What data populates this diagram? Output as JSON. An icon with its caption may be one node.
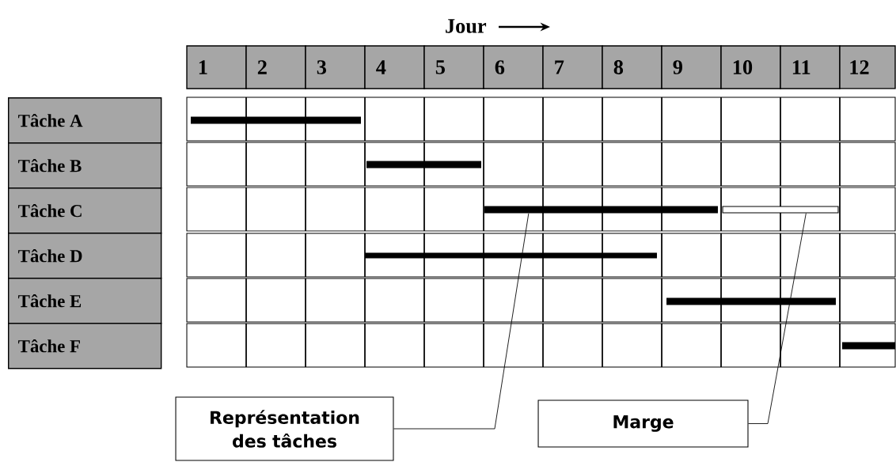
{
  "diagram": {
    "nodes": [
      {
        "text": [],
        "shape": "bar"
      },
      {
        "text": [],
        "shape": "bar"
      },
      {
        "text": [],
        "shape": "bar"
      },
      {
        "text": [],
        "shape": "bar"
      },
      {
        "text": [],
        "shape": "bar"
      },
      {
        "text": [],
        "shape": "bar"
      },
      {
        "text": [],
        "shape": "bar"
      },
      {
        "text": [
          "Représentation des tâches"
        ]
      },
      {
        "text": [
          "Marge"
        ]
      }
    ],
    "edges": [
      {
        "from": 7,
        "to": 2,
        "arrow": "none"
      },
      {
        "from": 8,
        "to": 3,
        "arrow": "none"
      }
    ],
    "labels": [
      "Jour",
      "1",
      "2",
      "3",
      "4",
      "5",
      "6",
      "7",
      "8",
      "9",
      "10",
      "11",
      "12",
      "Tâche A",
      "Tâche B",
      "Tâche C",
      "Tâche D",
      "Tâche E",
      "Tâche F"
    ]
  }
}
